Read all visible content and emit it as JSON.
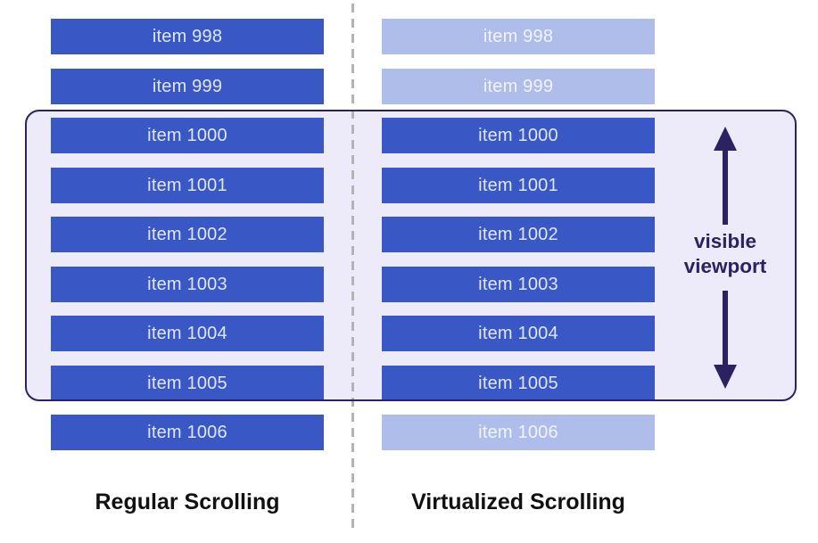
{
  "diagram": {
    "viewport": {
      "label": "visible viewport"
    },
    "columns": {
      "regular": {
        "caption": "Regular Scrolling",
        "items": [
          {
            "label": "item 998",
            "rendered": true
          },
          {
            "label": "item 999",
            "rendered": true
          },
          {
            "label": "item 1000",
            "rendered": true
          },
          {
            "label": "item 1001",
            "rendered": true
          },
          {
            "label": "item 1002",
            "rendered": true
          },
          {
            "label": "item 1003",
            "rendered": true
          },
          {
            "label": "item 1004",
            "rendered": true
          },
          {
            "label": "item 1005",
            "rendered": true
          },
          {
            "label": "item 1006",
            "rendered": true
          }
        ]
      },
      "virtualized": {
        "caption": "Virtualized Scrolling",
        "items": [
          {
            "label": "item 998",
            "rendered": false
          },
          {
            "label": "item 999",
            "rendered": false
          },
          {
            "label": "item 1000",
            "rendered": true
          },
          {
            "label": "item 1001",
            "rendered": true
          },
          {
            "label": "item 1002",
            "rendered": true
          },
          {
            "label": "item 1003",
            "rendered": true
          },
          {
            "label": "item 1004",
            "rendered": true
          },
          {
            "label": "item 1005",
            "rendered": true
          },
          {
            "label": "item 1006",
            "rendered": false
          }
        ]
      }
    },
    "colors": {
      "bar_rendered": "#3a57c6",
      "bar_virtualized": "#aebde9",
      "bar_text": "#dfe7f9",
      "viewport_fill": "#edeafa",
      "viewport_border": "#2b2361",
      "arrow": "#2b2361",
      "divider": "#b3b3b3",
      "caption_text": "#111111"
    }
  }
}
